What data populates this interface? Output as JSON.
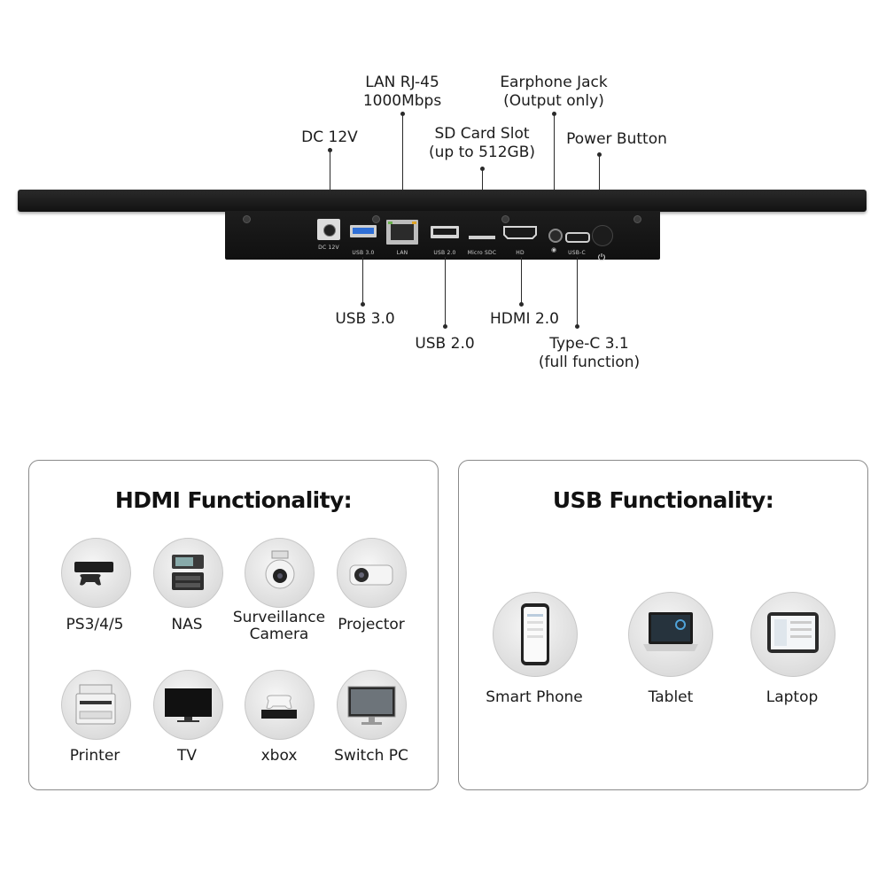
{
  "callouts": {
    "lan": "LAN RJ-45\n1000Mbps",
    "earphone": "Earphone Jack\n(Output only)",
    "sd": "SD Card Slot\n(up to 512GB)",
    "power": "Power Button",
    "dc": "DC 12V",
    "usb3": "USB 3.0",
    "usb2": "USB 2.0",
    "hdmi": "HDMI 2.0",
    "typec": "Type-C 3.1\n(full function)"
  },
  "port_labels": {
    "dc": "DC 12V",
    "usb3": "USB 3.0",
    "lan": "LAN",
    "usb2": "USB 2.0",
    "microsd": "Micro SDC",
    "hd": "HD",
    "usbc": "USB-C"
  },
  "colors": {
    "usb3_port": "#2f6fd6",
    "device_body": "#151515",
    "panel_border": "#8a8a8a"
  },
  "hdmi_panel": {
    "title": "HDMI Functionality:",
    "items": [
      {
        "label": "PS3/4/5",
        "icon": "game-console-icon"
      },
      {
        "label": "NAS",
        "icon": "nas-icon"
      },
      {
        "label": "Surveillance\nCamera",
        "icon": "surveillance-camera-icon"
      },
      {
        "label": "Projector",
        "icon": "projector-icon"
      },
      {
        "label": "Printer",
        "icon": "printer-icon"
      },
      {
        "label": "TV",
        "icon": "tv-icon"
      },
      {
        "label": "xbox",
        "icon": "xbox-icon"
      },
      {
        "label": "Switch PC",
        "icon": "monitor-icon"
      }
    ]
  },
  "usb_panel": {
    "title": "USB Functionality:",
    "items": [
      {
        "label": "Smart Phone",
        "icon": "smartphone-icon"
      },
      {
        "label": "Tablet",
        "icon": "tablet-laptop-icon"
      },
      {
        "label": "Laptop",
        "icon": "tablet-icon"
      }
    ]
  }
}
